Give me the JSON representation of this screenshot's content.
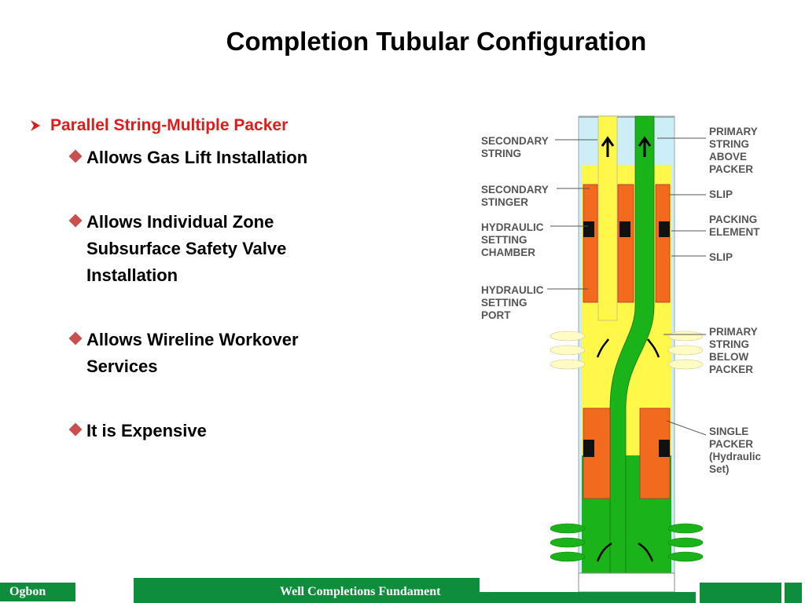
{
  "title": "Completion Tubular Configuration",
  "bullet_main": "Parallel String-Multiple Packer",
  "sub_bullets": [
    "Allows Gas Lift Installation",
    "Allows Individual Zone Subsurface Safety Valve Installation",
    "Allows Wireline Workover Services",
    "It is Expensive"
  ],
  "diagram_labels": {
    "secondary_string": [
      "SECONDARY",
      "STRING"
    ],
    "secondary_stinger": [
      "SECONDARY",
      "STINGER"
    ],
    "hydraulic_chamber": [
      "HYDRAULIC",
      "SETTING",
      "CHAMBER"
    ],
    "hydraulic_port": [
      "HYDRAULIC",
      "SETTING",
      "PORT"
    ],
    "primary_above": [
      "PRIMARY",
      "STRING",
      "ABOVE",
      "PACKER"
    ],
    "slip_top": [
      "SLIP"
    ],
    "packing_element": [
      "PACKING",
      "ELEMENT"
    ],
    "slip_bottom": [
      "SLIP"
    ],
    "primary_below": [
      "PRIMARY",
      "STRING",
      "BELOW",
      "PACKER"
    ],
    "single_packer": [
      "SINGLE",
      "PACKER",
      "(Hydraulic",
      "Set)"
    ]
  },
  "footer": {
    "left": "Ogbon",
    "center": "Well Completions Fundament"
  },
  "colors": {
    "title": "#000000",
    "accent_red": "#e21a1a",
    "diamond": "#c8504e",
    "footer_green": "#0e8e3c",
    "fluid_yellow": "#fff84a",
    "fluid_green": "#1ab31a",
    "packer_orange": "#f26a1e",
    "annulus_blue": "#cdeef7"
  }
}
